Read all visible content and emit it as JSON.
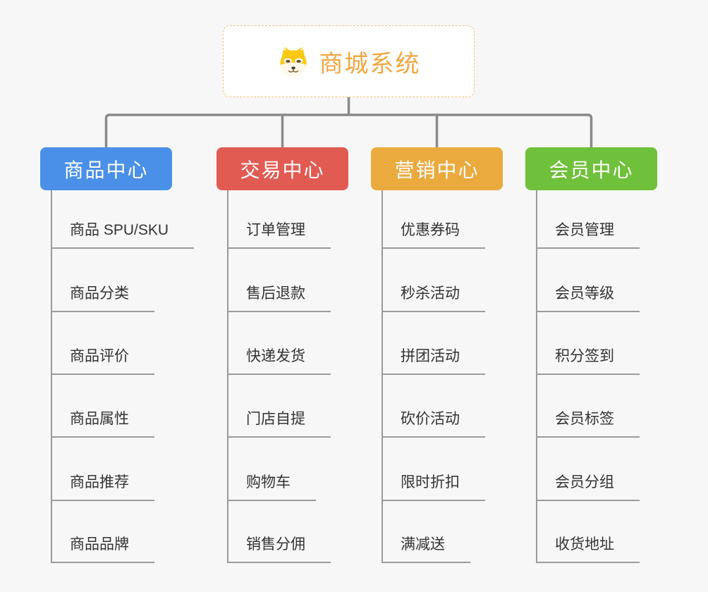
{
  "page": {
    "background_color": "#f7f7f7",
    "connector_color": "#8a8a8a",
    "leaf_line_color": "#9b9b9b",
    "leaf_text_color": "#333333"
  },
  "root": {
    "title": "商城系统",
    "icon": "shiba-dog-icon",
    "text_color": "#f0a741",
    "border_color": "#f0c27e"
  },
  "branches": [
    {
      "label": "商品中心",
      "color": "#4a90e8",
      "children": [
        "商品 SPU/SKU",
        "商品分类",
        "商品评价",
        "商品属性",
        "商品推荐",
        "商品品牌"
      ]
    },
    {
      "label": "交易中心",
      "color": "#e25b53",
      "children": [
        "订单管理",
        "售后退款",
        "快递发货",
        "门店自提",
        "购物车",
        "销售分佣"
      ]
    },
    {
      "label": "营销中心",
      "color": "#ebaa3e",
      "children": [
        "优惠券码",
        "秒杀活动",
        "拼团活动",
        "砍价活动",
        "限时折扣",
        "满减送"
      ]
    },
    {
      "label": "会员中心",
      "color": "#6fc03a",
      "children": [
        "会员管理",
        "会员等级",
        "积分签到",
        "会员标签",
        "会员分组",
        "收货地址"
      ]
    }
  ]
}
